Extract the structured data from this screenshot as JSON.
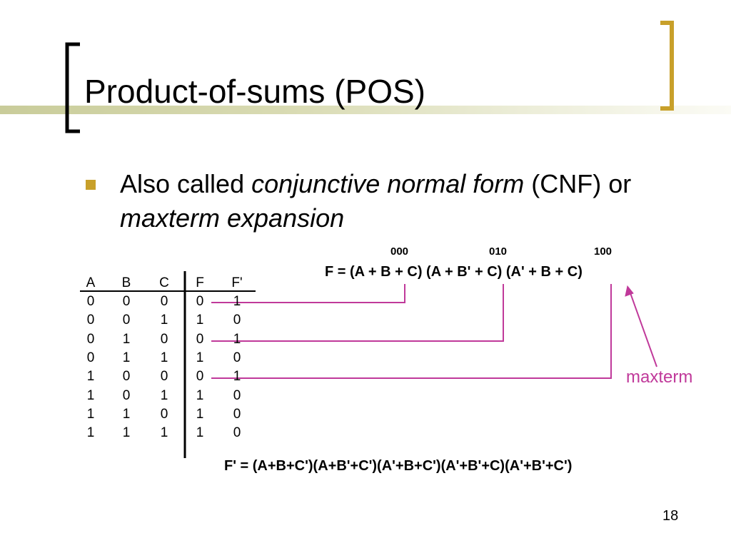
{
  "slide": {
    "title": "Product-of-sums (POS)",
    "bullet": {
      "prefix": "Also called ",
      "term1": "conjunctive normal form",
      "middle": " (CNF) or ",
      "term2": "maxterm expansion"
    },
    "maxterm_codes": [
      "000",
      "010",
      "100"
    ],
    "f_expression": "F = (A + B + C) (A + B' + C) (A' + B + C)",
    "fprime_expression": "F' = (A+B+C')(A+B'+C')(A'+B+C')(A'+B'+C)(A'+B'+C')",
    "maxterm_label": "maxterm",
    "page_number": "18"
  },
  "truth_table": {
    "headers": [
      "A",
      "B",
      "C",
      "F",
      "F'"
    ],
    "rows": [
      [
        "0",
        "0",
        "0",
        "0",
        "1"
      ],
      [
        "0",
        "0",
        "1",
        "1",
        "0"
      ],
      [
        "0",
        "1",
        "0",
        "0",
        "1"
      ],
      [
        "0",
        "1",
        "1",
        "1",
        "0"
      ],
      [
        "1",
        "0",
        "0",
        "0",
        "1"
      ],
      [
        "1",
        "0",
        "1",
        "1",
        "0"
      ],
      [
        "1",
        "1",
        "0",
        "1",
        "0"
      ],
      [
        "1",
        "1",
        "1",
        "1",
        "0"
      ]
    ]
  },
  "colors": {
    "accent_bracket": "#c8a02a",
    "connector_line": "#c0399a",
    "title_band": "#c9cc9a"
  }
}
